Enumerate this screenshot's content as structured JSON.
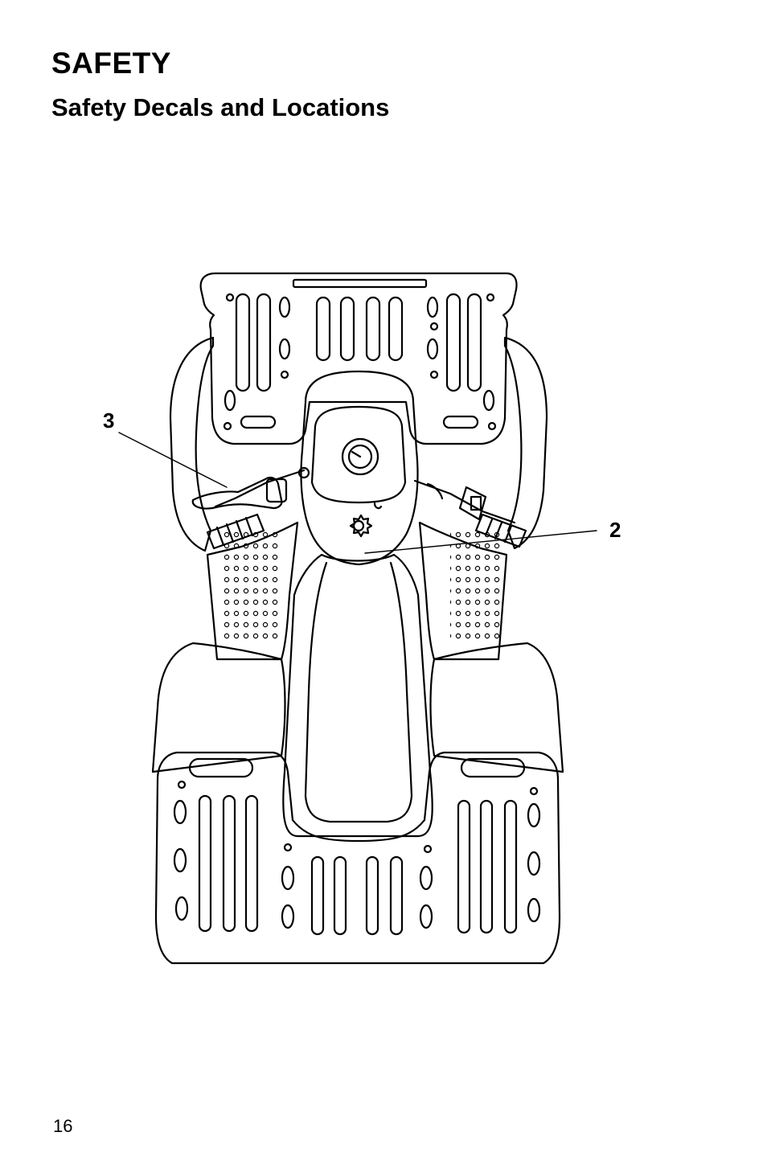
{
  "header": {
    "section": "SAFETY",
    "subsection": "Safety Decals and Locations"
  },
  "figure": {
    "callouts": [
      "3",
      "2"
    ]
  },
  "footer": {
    "page_number": "16"
  }
}
